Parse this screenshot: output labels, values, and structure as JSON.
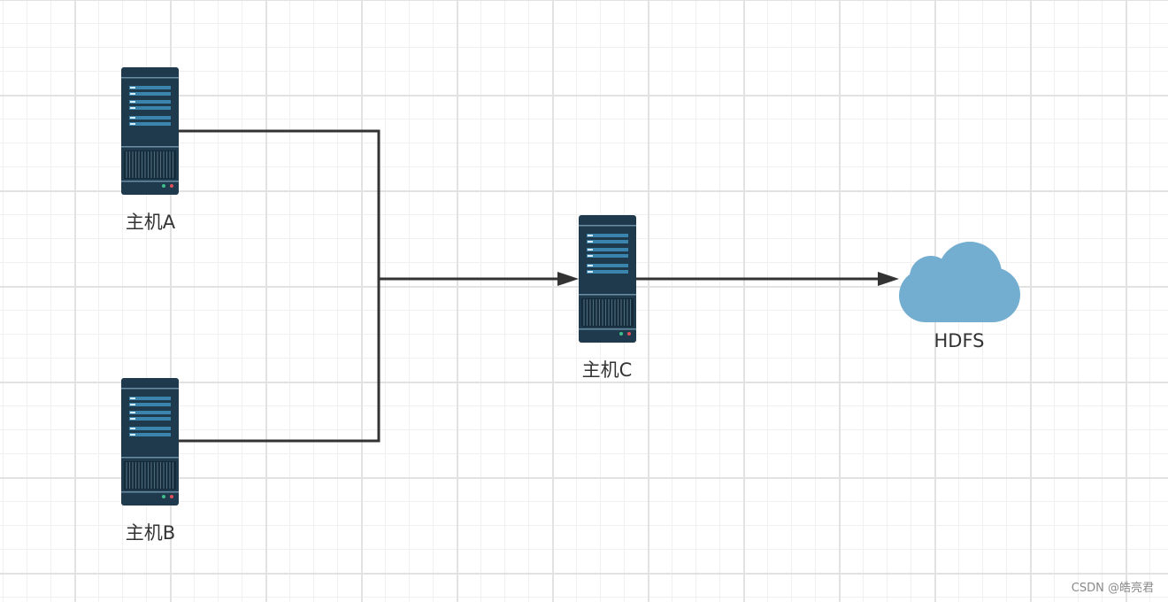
{
  "nodes": {
    "host_a": {
      "label": "主机A",
      "icon": "server-icon"
    },
    "host_b": {
      "label": "主机B",
      "icon": "server-icon"
    },
    "host_c": {
      "label": "主机C",
      "icon": "server-icon"
    },
    "hdfs": {
      "label": "HDFS",
      "icon": "cloud-icon"
    }
  },
  "edges": [
    {
      "from": "host_a",
      "to": "host_c"
    },
    {
      "from": "host_b",
      "to": "host_c"
    },
    {
      "from": "host_c",
      "to": "hdfs"
    }
  ],
  "colors": {
    "server_body": "#1e3a4c",
    "server_panel": "#3b84ae",
    "cloud": "#73adcf",
    "connector": "#333333"
  },
  "watermark": "CSDN @皓亮君"
}
